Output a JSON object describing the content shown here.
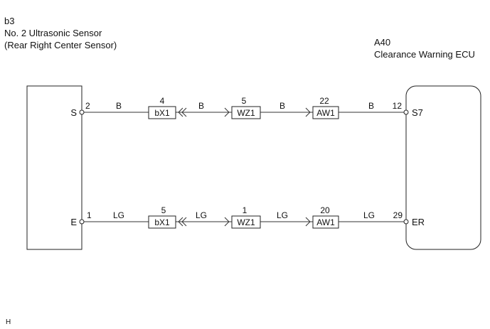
{
  "left_component": {
    "code": "b3",
    "name": "No. 2 Ultrasonic Sensor",
    "subname": "(Rear Right Center Sensor)"
  },
  "right_component": {
    "code": "A40",
    "name": "Clearance Warning ECU"
  },
  "circuits": [
    {
      "left_terminal": "S",
      "left_pin": "2",
      "connectors": [
        {
          "name": "bX1",
          "pin": "4"
        },
        {
          "name": "WZ1",
          "pin": "5"
        },
        {
          "name": "AW1",
          "pin": "22"
        }
      ],
      "wire_colors": [
        "B",
        "B",
        "B",
        "B"
      ],
      "right_pin": "12",
      "right_terminal": "S7"
    },
    {
      "left_terminal": "E",
      "left_pin": "1",
      "connectors": [
        {
          "name": "bX1",
          "pin": "5"
        },
        {
          "name": "WZ1",
          "pin": "1"
        },
        {
          "name": "AW1",
          "pin": "20"
        }
      ],
      "wire_colors": [
        "LG",
        "LG",
        "LG",
        "LG"
      ],
      "right_pin": "29",
      "right_terminal": "ER"
    }
  ],
  "footer_mark": "H"
}
